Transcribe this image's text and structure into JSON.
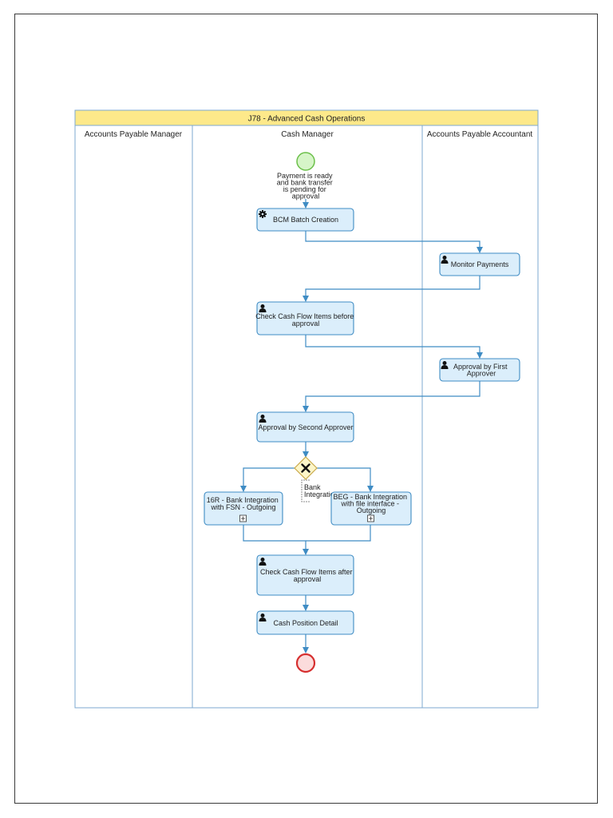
{
  "pool": {
    "title": "J78 - Advanced Cash Operations",
    "header_color": "#fde98a",
    "lane_border_color": "#7da9d0"
  },
  "lanes": [
    {
      "id": "apm",
      "label": "Accounts Payable Manager"
    },
    {
      "id": "cm",
      "label": "Cash Manager"
    },
    {
      "id": "apa",
      "label": "Accounts Payable Accountant"
    }
  ],
  "events": {
    "start": {
      "label_lines": [
        "Payment is ready",
        "and bank transfer",
        "is pending for",
        "approval"
      ],
      "color": "#d6f5c8",
      "stroke": "#6cc04a"
    },
    "end": {
      "color": "#fbdcdc",
      "stroke": "#d62f2f"
    }
  },
  "tasks": [
    {
      "id": "bcm",
      "lane": "cm",
      "icon": "gear-icon",
      "lines": [
        "BCM Batch Creation"
      ],
      "subprocess": false
    },
    {
      "id": "monitor",
      "lane": "apa",
      "icon": "user-icon",
      "lines": [
        "Monitor Payments"
      ],
      "subprocess": false
    },
    {
      "id": "check-before",
      "lane": "cm",
      "icon": "user-icon",
      "lines": [
        "Check Cash Flow Items before",
        "approval"
      ],
      "subprocess": false
    },
    {
      "id": "first-approver",
      "lane": "apa",
      "icon": "user-icon",
      "lines": [
        "Approval by First",
        "Approver"
      ],
      "subprocess": false
    },
    {
      "id": "second-approver",
      "lane": "cm",
      "icon": "user-icon",
      "lines": [
        "Approval by Second Approver"
      ],
      "subprocess": false
    },
    {
      "id": "16r",
      "lane": "cm",
      "icon": "",
      "lines": [
        "16R - Bank Integration",
        "with FSN - Outgoing"
      ],
      "subprocess": true
    },
    {
      "id": "beg",
      "lane": "cm",
      "icon": "",
      "lines": [
        "BEG - Bank Integration",
        "with file interface -",
        "Outgoing"
      ],
      "subprocess": true
    },
    {
      "id": "check-after",
      "lane": "cm",
      "icon": "user-icon",
      "lines": [
        "Check Cash Flow Items after",
        "approval"
      ],
      "subprocess": false
    },
    {
      "id": "cash-position",
      "lane": "cm",
      "icon": "user-icon",
      "lines": [
        "Cash Position Detail"
      ],
      "subprocess": false
    }
  ],
  "gateway": {
    "type": "exclusive",
    "icon": "x-icon",
    "annotation_lines": [
      "Bank",
      "Integration"
    ]
  },
  "task_style": {
    "fill": "#dbeefb",
    "stroke": "#3f8cc4"
  },
  "flow_color": "#3f8cc4"
}
